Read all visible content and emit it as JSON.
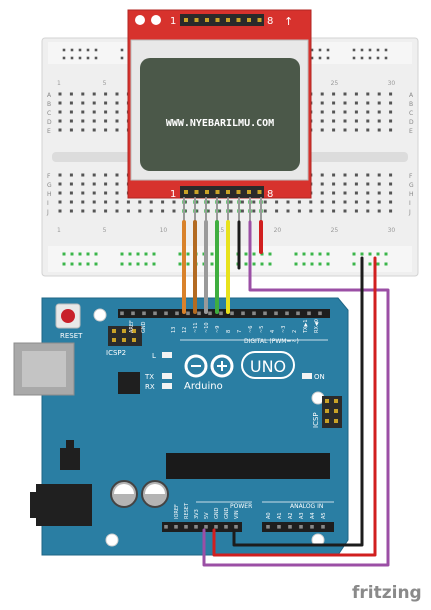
{
  "lcd": {
    "pin_first": "1",
    "pin_last": "8",
    "arrow": "↑",
    "screen_text": "WWW.NYEBARILMU.COM",
    "bottom_pin_first": "1",
    "bottom_pin_last": "8"
  },
  "breadboard": {
    "rows": [
      "A",
      "B",
      "C",
      "D",
      "E",
      "F",
      "G",
      "H",
      "I",
      "J"
    ],
    "columns": [
      "1",
      "5",
      "10",
      "15",
      "20",
      "25",
      "30"
    ]
  },
  "arduino": {
    "reset_label": "RESET",
    "icsp2_label": "ICSP2",
    "icsp_label": "ICSP",
    "l_label": "L",
    "tx_label": "TX",
    "rx_label": "RX",
    "on_label": "ON",
    "brand": "Arduino",
    "model": "UNO",
    "digital_label": "DIGITAL (PWM=~)",
    "power_label": "POWER",
    "analog_label": "ANALOG IN",
    "aref_label": "AREF",
    "gnd_label": "GND",
    "digital_pins": [
      "13",
      "12",
      "~11",
      "~10",
      "~9",
      "8",
      "7",
      "~6",
      "~5",
      "4",
      "~3",
      "2",
      "TX▶1",
      "RX◀0"
    ],
    "power_pins": [
      "IOREF",
      "RESET",
      "3V3",
      "5V",
      "GND",
      "GND",
      "VIN"
    ],
    "analog_pins": [
      "A0",
      "A1",
      "A2",
      "A3",
      "A4",
      "A5"
    ]
  },
  "watermark": "fritzing",
  "colors": {
    "lcd_board": "#d7322d",
    "lcd_screen": "#4b5849",
    "arduino_board": "#2a7ea3",
    "breadboard": "#eeeeee",
    "wire_orange": "#d9822b",
    "wire_brown": "#b36b22",
    "wire_grey": "#9a9a9a",
    "wire_green": "#3fae3f",
    "wire_yellow": "#e8e21c",
    "wire_black": "#1c1c1c",
    "wire_red": "#d11f1f",
    "wire_purple": "#9b4fa5"
  }
}
